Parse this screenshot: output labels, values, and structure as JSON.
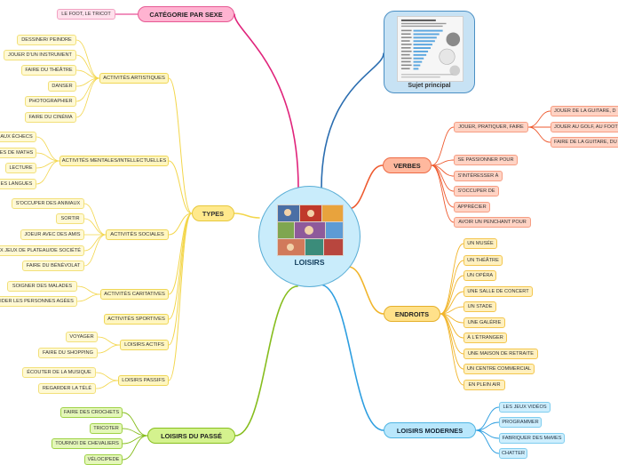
{
  "central": {
    "label": "LOISIRS"
  },
  "subject": {
    "label": "Sujet principal"
  },
  "branches": {
    "categorie": {
      "label": "CATÉGORIE PAR SEXE",
      "items": [
        "LE FOOT, LE TRICOT"
      ]
    },
    "types": {
      "label": "TYPES",
      "subs": {
        "artistiques": {
          "label": "ACTIVITÉS ARTISTIQUES",
          "items": [
            "DESSINER/ PEINDRE",
            "JOUER D'UN INSTRUMENT",
            "FAIRE DU THÉÂTRE",
            "DANSER",
            "PHOTOGRAPHIER",
            "FAIRE DU CINÉMA"
          ]
        },
        "mentales": {
          "label": "ACTIVITÉS MENTALES/INTELLECTUELLES",
          "items": [
            "AUX ÉCHECS",
            "ES DE MATHS",
            "LECTURE",
            "ES LANGUES"
          ]
        },
        "sociales": {
          "label": "ACTIVITÉS SOCIALES",
          "items": [
            "S'OCCUPER DES ANIMAUX",
            "SORTIR",
            "JOEUR AVEC DES AMIS",
            "X JEUX DE PLATEAU/DE SOCIÉTÉ",
            "FAIRE DU BÉNÉVOLAT"
          ]
        },
        "caritatives": {
          "label": "ACTIVITÉS CARITATIVES",
          "items": [
            "SOIGNER DES MALADES",
            "IDER LES PERSONNES AGÉES"
          ]
        },
        "sportives": {
          "label": "ACTIVITÉS SPORTIVES"
        },
        "actifs": {
          "label": "LOISIRS ACTIFS",
          "items": [
            "VOYAGER",
            "FAIRE DU SHOPPING"
          ]
        },
        "passifs": {
          "label": "LOISIRS PASSIFS",
          "items": [
            "ÉCOUTER DE LA MUSIQUE",
            "REGARDER LA TÉLÉ"
          ]
        }
      }
    },
    "verbes": {
      "label": "VERBES",
      "items": [
        "JOUER, PRATIQUER, FAIRE",
        "SE PASSIONNER POUR",
        "S'INTÉRESSER À",
        "S'OCCUPER DE",
        "APPRÉCIER",
        "AVOIR UN PENCHANT POUR"
      ],
      "jouer_items": [
        "JOUER DE LA GUITARE, D",
        "JOUER AU GOLF, AU FOOT",
        "FAIRE DE LA GUITARE, DU"
      ]
    },
    "endroits": {
      "label": "ENDROITS",
      "items": [
        "UN MUSÉE",
        "UN THÉÂTRE",
        "UN OPÉRA",
        "UNE SALLE DE CONCERT",
        "UN STADE",
        "UNE GALÉRIE",
        "À L'ÉTRANGER",
        "UNE MAISON DE RETRAITE",
        "UN CENTRE COMMERCIAL",
        "EN PLEIN AIR"
      ]
    },
    "modernes": {
      "label": "LOISIRS MODERNES",
      "items": [
        "LES JEUX VIDÉOS",
        "PROGRAMMER",
        "FABRIQUER DES MèMES",
        "CHATTER"
      ]
    },
    "passe": {
      "label": "LOISIRS DU PASSÉ",
      "items": [
        "FAIRE DES CROCHETS",
        "TRICOTER",
        "TOURNOI DE CHEVALIERS",
        "VÉLOCIPEDE"
      ]
    }
  },
  "colors": {
    "categorie": "#e0237b",
    "types": "#f3d64b",
    "verbes": "#ee5a2f",
    "endroits": "#f1b52b",
    "modernes": "#2d9ee0",
    "passe": "#86bd1d",
    "subject": "#2a6db0"
  }
}
